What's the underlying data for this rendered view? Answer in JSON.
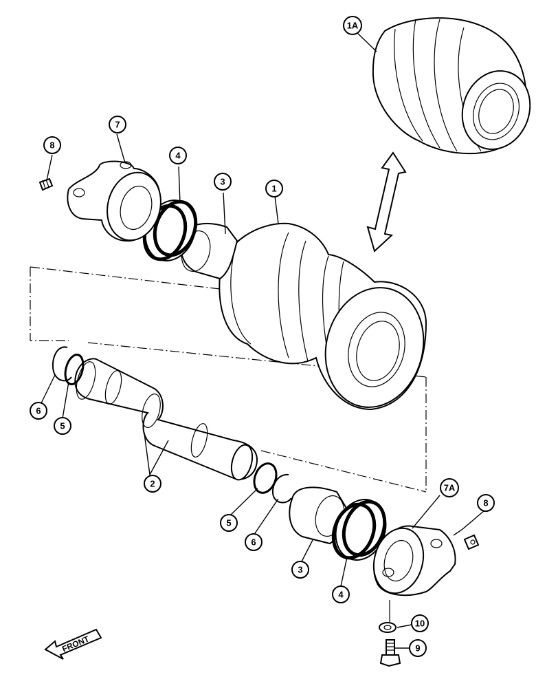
{
  "diagram": {
    "callouts": {
      "c1": "1",
      "c1a": "1A",
      "c2": "2",
      "c3a": "3",
      "c3b": "3",
      "c4a": "4",
      "c4b": "4",
      "c5a": "5",
      "c5b": "5",
      "c6a": "6",
      "c6b": "6",
      "c7": "7",
      "c7a": "7A",
      "c8a": "8",
      "c8b": "8",
      "c9": "9",
      "c10": "10"
    },
    "front_label": "FRONT"
  }
}
